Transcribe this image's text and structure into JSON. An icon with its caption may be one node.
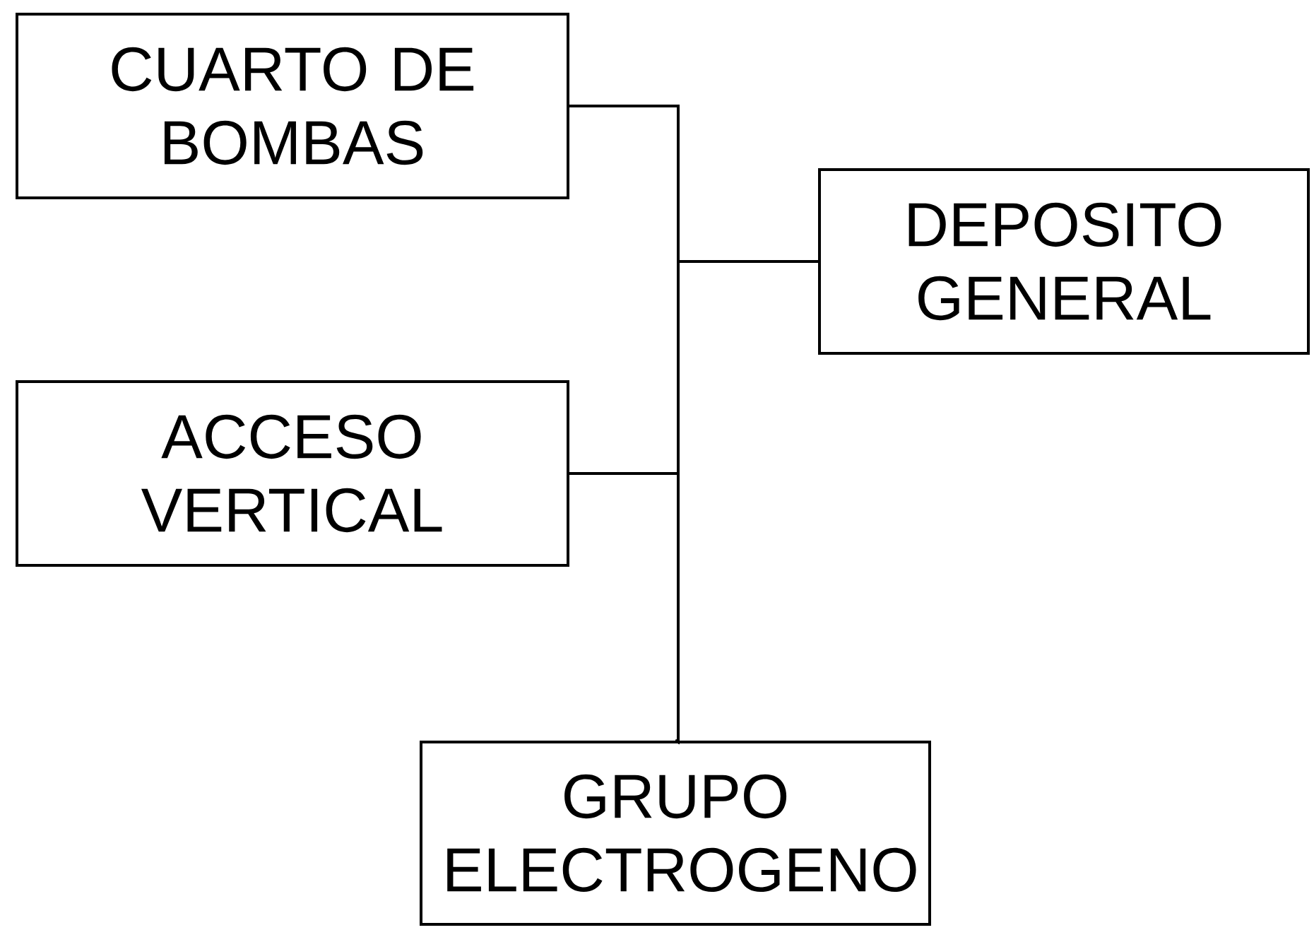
{
  "diagram": {
    "nodes": [
      {
        "text": [
          "CUARTO DE BOMBAS"
        ]
      },
      {
        "text": [
          "DEPOSITO GENERAL"
        ]
      },
      {
        "text": [
          "ACCESO VERTICAL"
        ]
      },
      {
        "text": [
          "GRUPO ELECTROGENO"
        ]
      }
    ],
    "edges": [
      {
        "from": 0,
        "to": 3,
        "arrow": "none"
      },
      {
        "from": 1,
        "to": 3,
        "arrow": "none"
      },
      {
        "from": 2,
        "to": 3,
        "arrow": "none"
      }
    ]
  }
}
